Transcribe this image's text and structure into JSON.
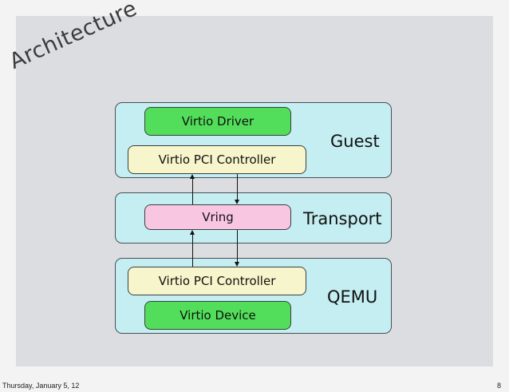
{
  "slide": {
    "title": "Architecture",
    "footer_date": "Thursday, January 5, 12",
    "page_number": "8"
  },
  "layers": {
    "guest": {
      "label": "Guest",
      "driver": "Virtio Driver",
      "controller": "Virtio PCI Controller"
    },
    "transport": {
      "label": "Transport",
      "vring": "Vring"
    },
    "qemu": {
      "label": "QEMU",
      "controller": "Virtio PCI Controller",
      "device": "Virtio Device"
    }
  },
  "colors": {
    "layer_bg": "#c4eef2",
    "driver_device": "#52de5a",
    "controller": "#f7f5cc",
    "vring": "#f9c6e2"
  }
}
